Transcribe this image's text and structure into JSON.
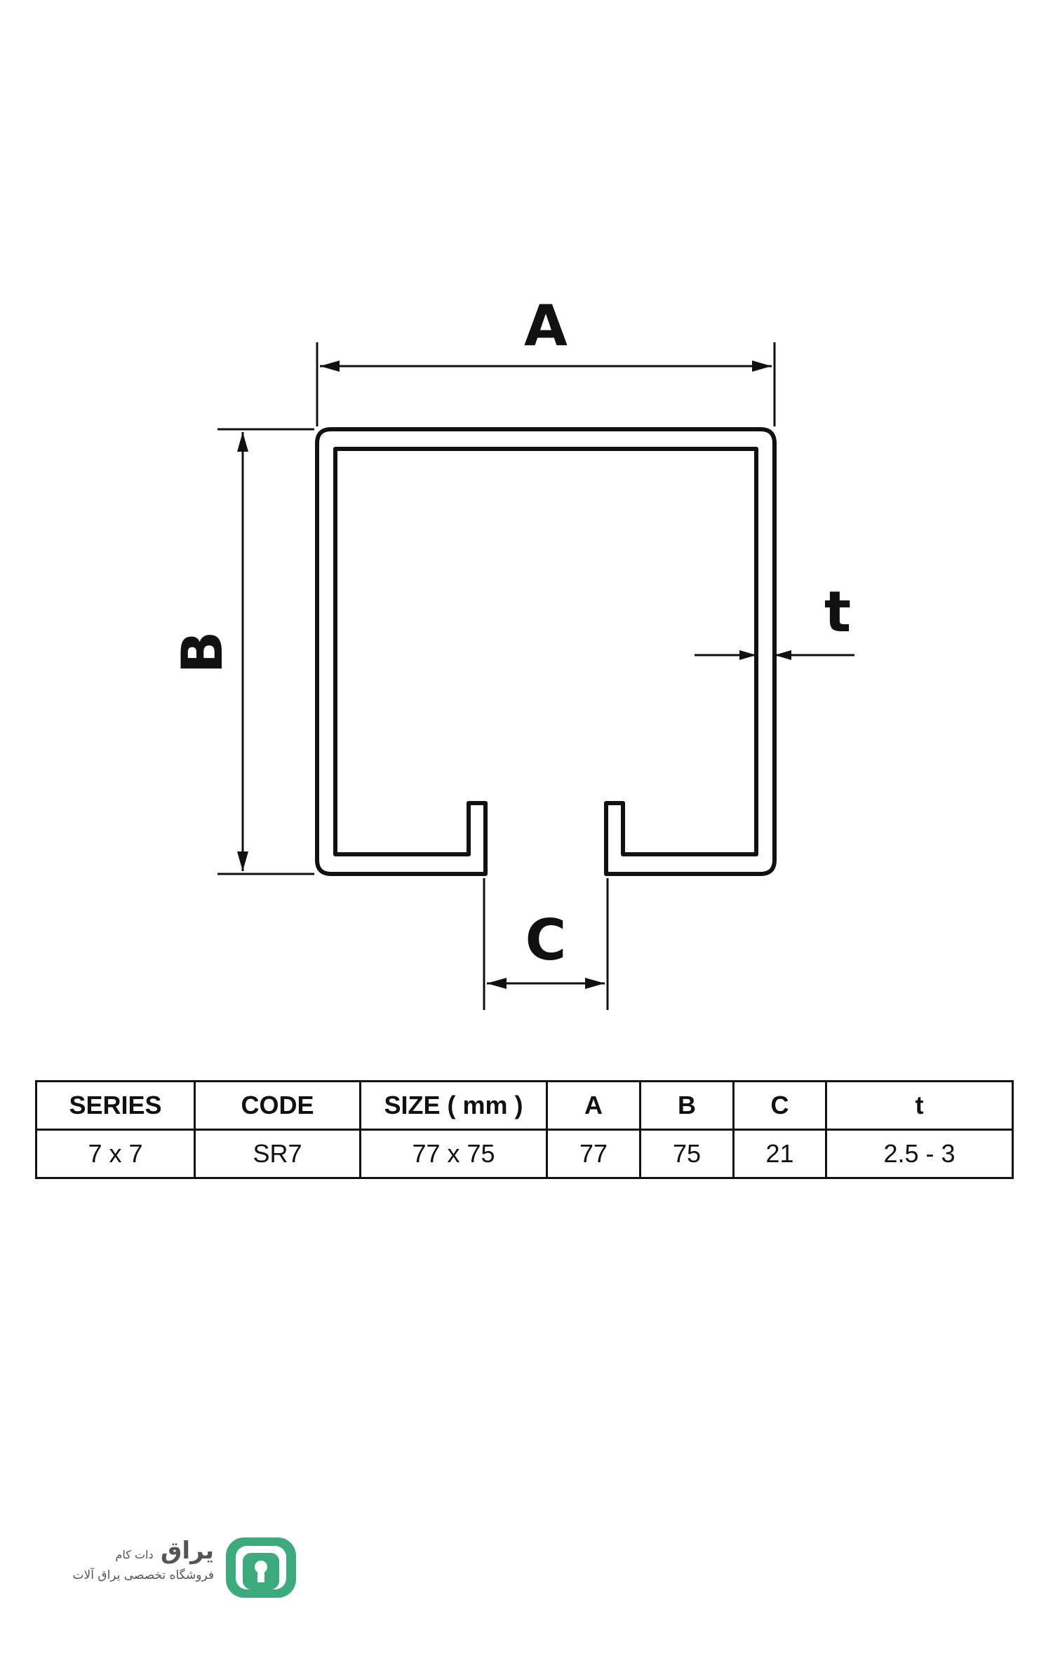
{
  "diagram": {
    "labels": {
      "a": "A",
      "b": "B",
      "c": "C",
      "t": "t"
    }
  },
  "table": {
    "headers": [
      "SERIES",
      "CODE",
      "SIZE ( mm )",
      "A",
      "B",
      "C",
      "t"
    ],
    "rows": [
      [
        "7 x 7",
        "SR7",
        "77 x 75",
        "77",
        "75",
        "21",
        "2.5 - 3"
      ]
    ]
  },
  "brand": {
    "name": "یراق",
    "domain": "دات کام",
    "tagline": "فروشگاه تخصصی یراق آلات",
    "color": "#3daa7d",
    "icon": "keyhole-logo-icon"
  }
}
